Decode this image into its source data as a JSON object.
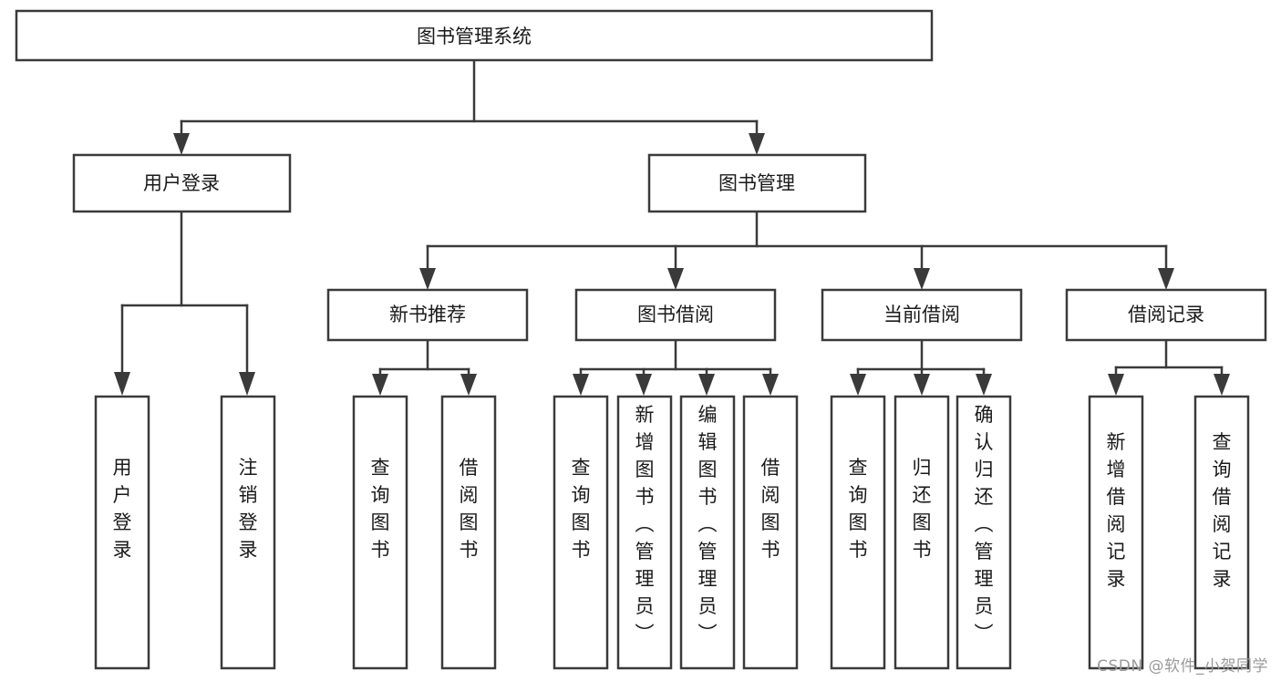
{
  "diagram": {
    "title": "图书管理系统",
    "type": "tree-hierarchy",
    "root": {
      "id": "root",
      "label": "图书管理系统"
    },
    "level2": [
      {
        "id": "user-login",
        "label": "用户登录"
      },
      {
        "id": "book-manage",
        "label": "图书管理"
      }
    ],
    "level3": [
      {
        "id": "new-book-rec",
        "label": "新书推荐",
        "parent": "book-manage"
      },
      {
        "id": "book-borrow",
        "label": "图书借阅",
        "parent": "book-manage"
      },
      {
        "id": "current-borrow",
        "label": "当前借阅",
        "parent": "book-manage"
      },
      {
        "id": "borrow-record",
        "label": "借阅记录",
        "parent": "book-manage"
      }
    ],
    "leaves": [
      {
        "id": "leaf-user-login",
        "label": "用户登录",
        "parent": "user-login"
      },
      {
        "id": "leaf-logout",
        "label": "注销登录",
        "parent": "user-login"
      },
      {
        "id": "leaf-query-book-1",
        "label": "查询图书",
        "parent": "new-book-rec"
      },
      {
        "id": "leaf-borrow-book-1",
        "label": "借阅图书",
        "parent": "new-book-rec"
      },
      {
        "id": "leaf-query-book-2",
        "label": "查询图书",
        "parent": "book-borrow"
      },
      {
        "id": "leaf-add-book",
        "label": "新增图书（管理员）",
        "parent": "book-borrow"
      },
      {
        "id": "leaf-edit-book",
        "label": "编辑图书（管理员）",
        "parent": "book-borrow"
      },
      {
        "id": "leaf-borrow-book-2",
        "label": "借阅图书",
        "parent": "book-borrow"
      },
      {
        "id": "leaf-query-book-3",
        "label": "查询图书",
        "parent": "current-borrow"
      },
      {
        "id": "leaf-return-book",
        "label": "归还图书",
        "parent": "current-borrow"
      },
      {
        "id": "leaf-confirm-return",
        "label": "确认归还（管理员）",
        "parent": "current-borrow"
      },
      {
        "id": "leaf-add-record",
        "label": "新增借阅记录",
        "parent": "borrow-record"
      },
      {
        "id": "leaf-query-record",
        "label": "查询借阅记录",
        "parent": "borrow-record"
      }
    ],
    "colors": {
      "stroke": "#3a3a3a",
      "fill": "#ffffff",
      "text": "#1a1a1a",
      "watermark": "#9a9a9a"
    }
  },
  "watermark": {
    "text": "CSDN @软件_小贺同学"
  }
}
